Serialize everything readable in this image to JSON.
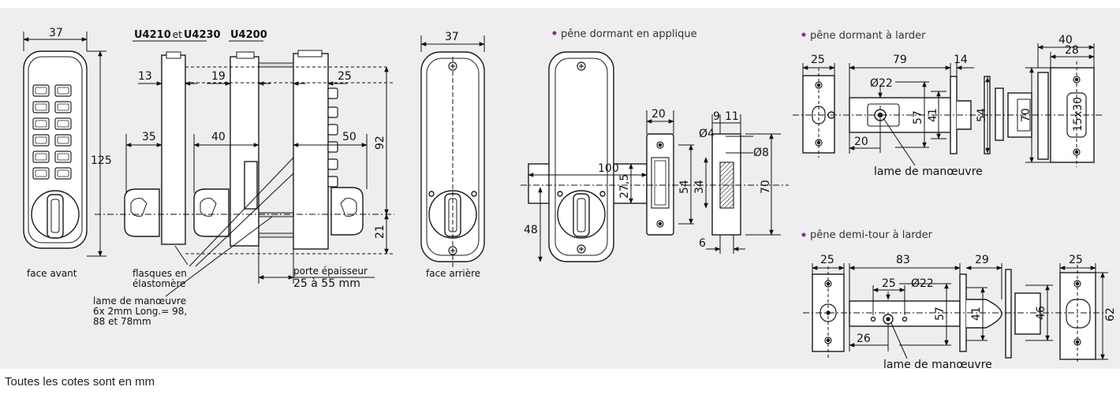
{
  "footer": "Toutes les cotes sont en mm",
  "colors": {
    "panel_bg": "#eeeeef",
    "line": "#1a1a1a",
    "part_fill": "#ffffff",
    "bullet": "#8a2a8c"
  },
  "models": {
    "first": "U4210",
    "conj": "et",
    "second": "U4230",
    "third": "U4200"
  },
  "labels": {
    "face_avant": "face avant",
    "face_arriere": "face arrière",
    "flasques_1": "flasques en",
    "flasques_2": "élastomère",
    "lame_1": "lame de manœuvre",
    "lame_2": "6x 2mm Long.= 98,",
    "lame_3": "88 et 78mm",
    "porte_1": "porte épaisseur",
    "porte_2": "25 à 55 mm",
    "lame_manoeuvre": "lame de manœuvre"
  },
  "sections": {
    "applique": "pêne dormant en applique",
    "dormant_larder": "pêne dormant à larder",
    "demi_tour": "pêne demi-tour à larder"
  },
  "dims": {
    "front_w": "37",
    "front_h": "125",
    "side_13": "13",
    "side_19": "19",
    "side_25": "25",
    "side_35": "35",
    "side_40": "40",
    "side_50": "50",
    "side_92": "92",
    "side_21": "21",
    "back_w": "37",
    "app_100": "100",
    "app_275": "27,5",
    "app_48": "48",
    "app_20": "20",
    "app_54": "54",
    "app_34": "34",
    "app_9": "9",
    "app_11": "11",
    "app_4": "Ø4",
    "app_8": "Ø8",
    "app_70": "70",
    "app_6": "6",
    "pd_25": "25",
    "pd_79": "79",
    "pd_14": "14",
    "pd_22": "Ø22",
    "pd_57": "57",
    "pd_41": "41",
    "pd_54": "54",
    "pd_20": "20",
    "pd_40": "40",
    "pd_28": "28",
    "pd_70": "70",
    "pd_15x30": "15x30",
    "dt_25a": "25",
    "dt_83": "83",
    "dt_29": "29",
    "dt_25b": "25",
    "dt_25c": "25",
    "dt_22": "Ø22",
    "dt_57": "57",
    "dt_41": "41",
    "dt_46": "46",
    "dt_62": "62",
    "dt_26": "26"
  }
}
